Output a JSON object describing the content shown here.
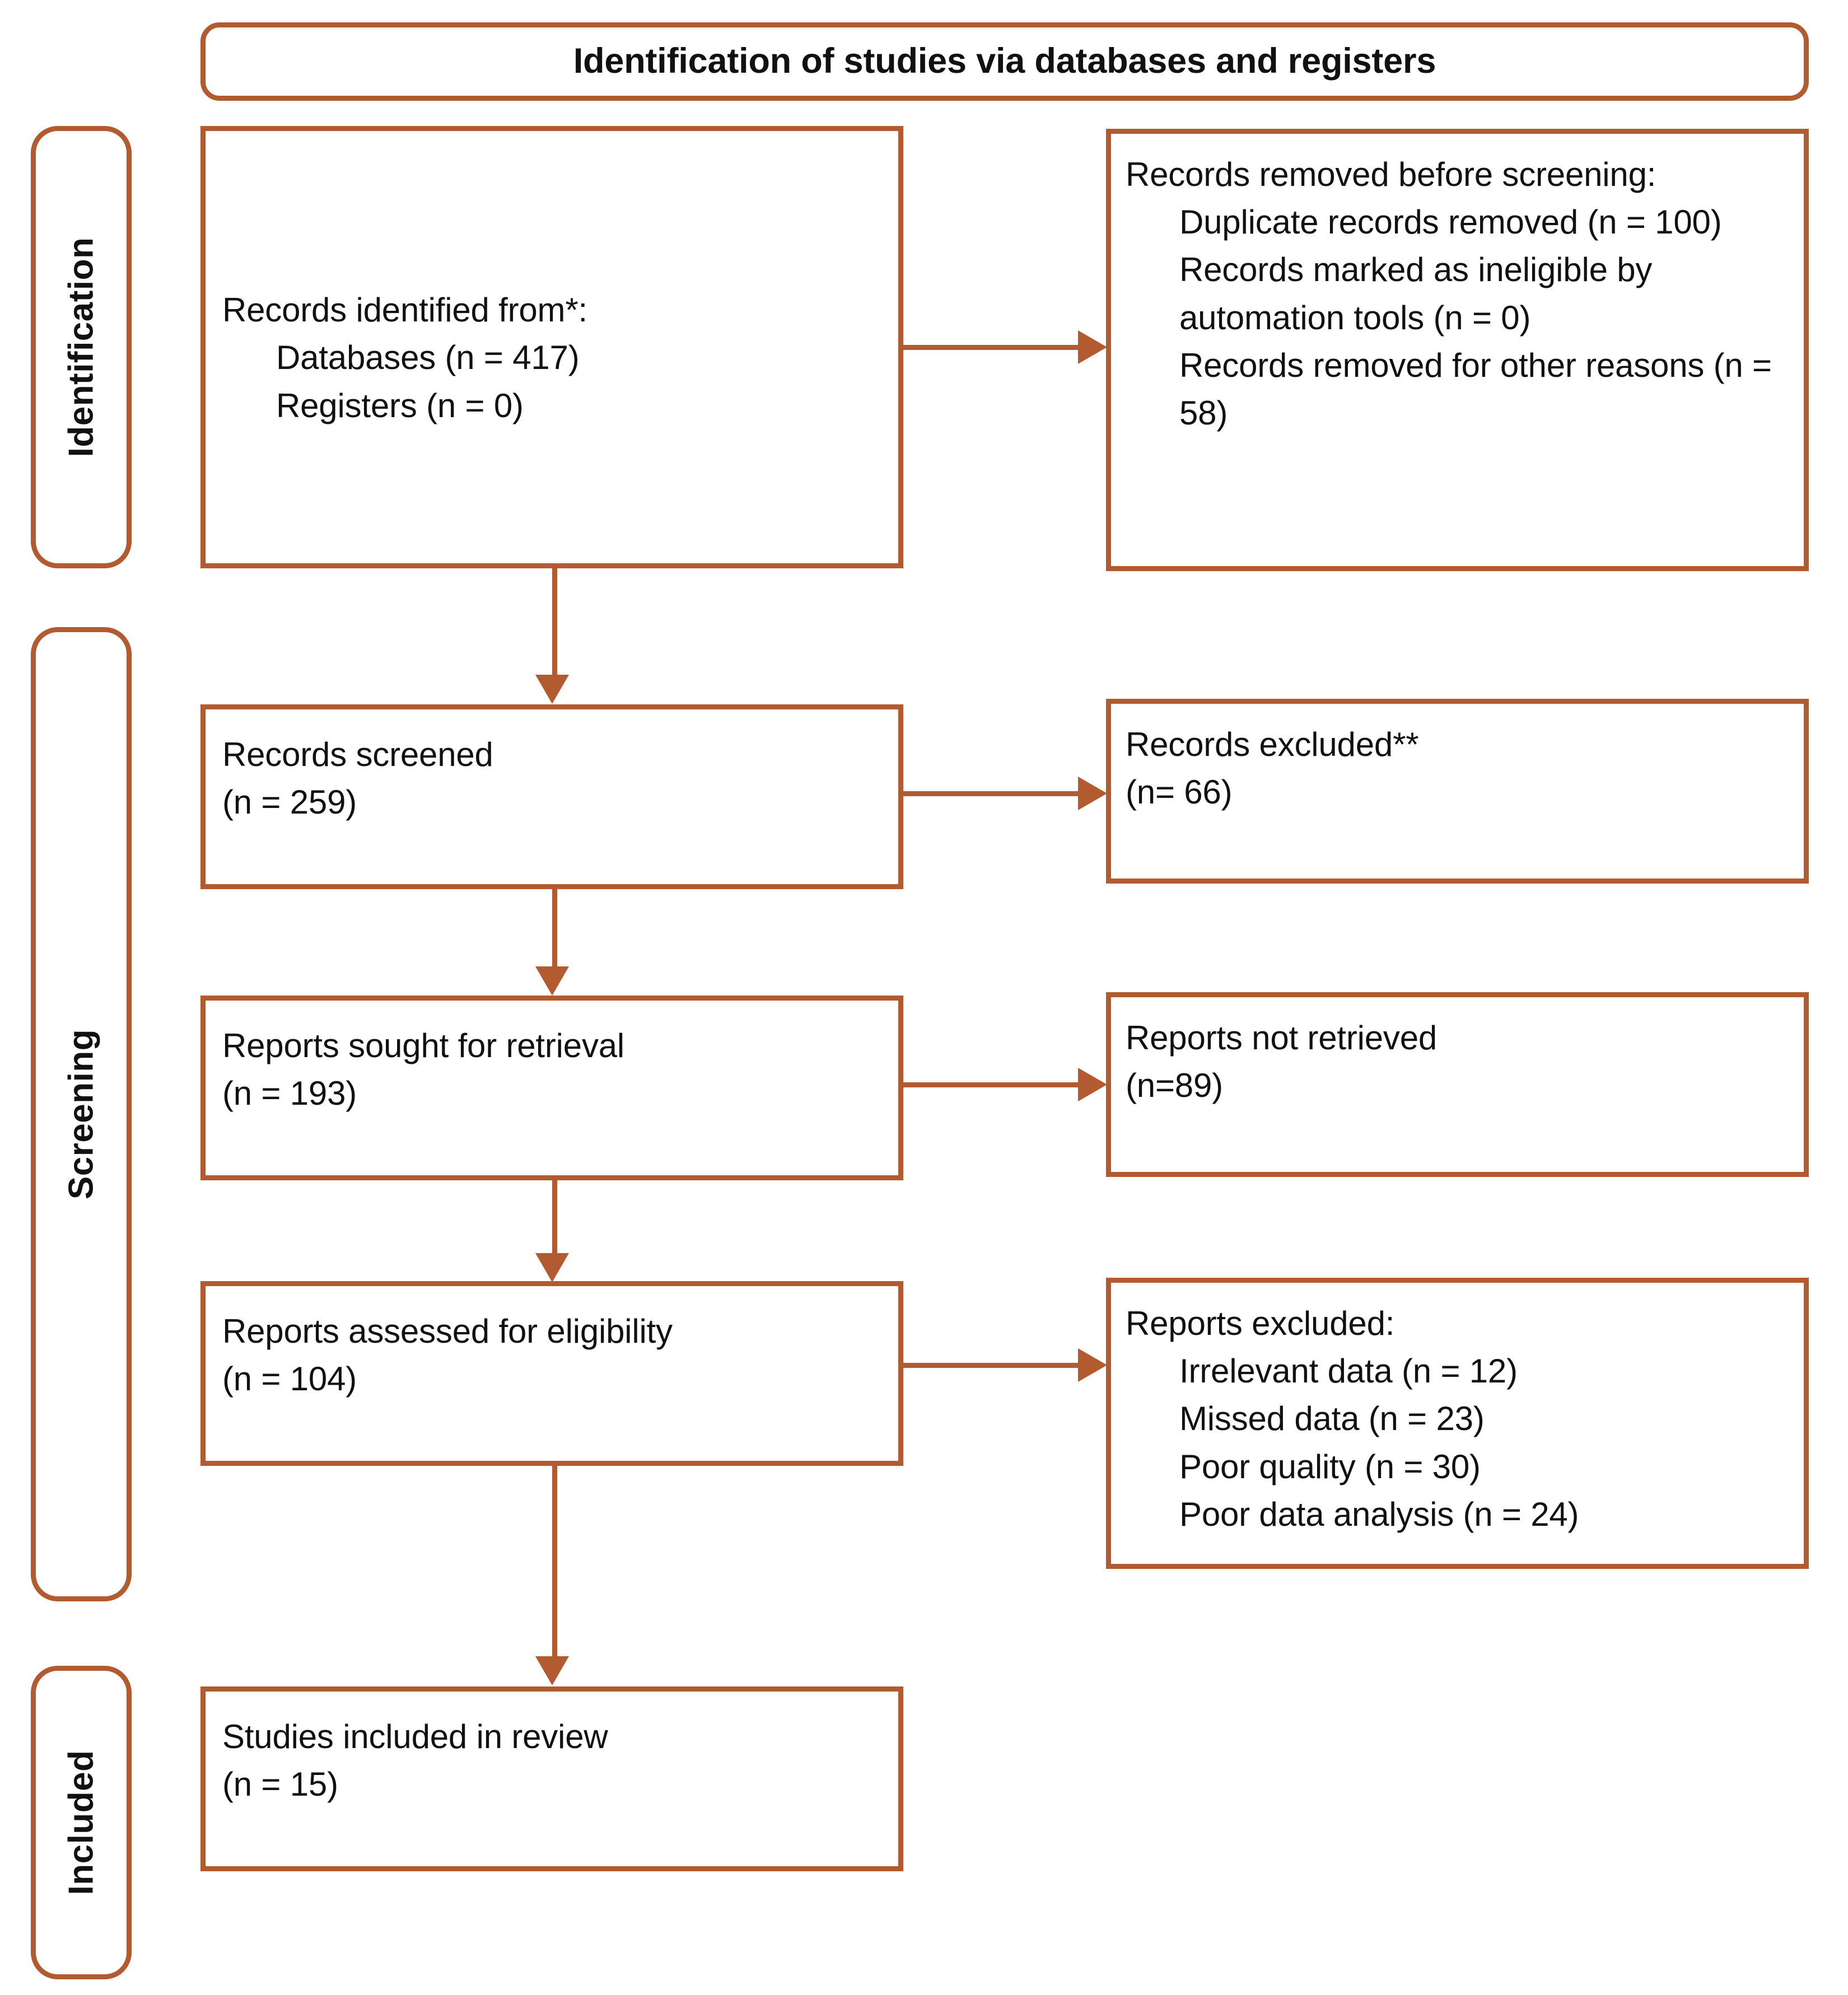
{
  "figure": {
    "type": "prisma-flow-diagram",
    "accent_color": "#b25b31",
    "text_color": "#111111",
    "background_color": "#ffffff"
  },
  "header": {
    "title": "Identification of studies via databases and registers"
  },
  "phases": [
    {
      "id": "identification",
      "label": "Identification"
    },
    {
      "id": "screening",
      "label": "Screening"
    },
    {
      "id": "included",
      "label": "Included"
    }
  ],
  "boxes": {
    "records_identified": {
      "title": "Records identified from*:",
      "items": [
        "Databases (n = 417)",
        "Registers (n = 0)"
      ]
    },
    "records_removed": {
      "title": "Records removed before screening:",
      "items": [
        "Duplicate records removed (n = 100)",
        "Records marked as ineligible by automation tools (n = 0)",
        "Records removed for other reasons (n = 58)"
      ]
    },
    "records_screened": {
      "line1": "Records screened",
      "line2": "(n = 259)"
    },
    "records_excluded": {
      "line1": "Records excluded**",
      "line2": "(n= 66)"
    },
    "reports_sought": {
      "line1": "Reports sought for retrieval",
      "line2": "(n = 193)"
    },
    "reports_not_retrieved": {
      "line1": "Reports not retrieved",
      "line2": "(n=89)"
    },
    "reports_assessed": {
      "line1": "Reports assessed for eligibility",
      "line2": "(n = 104)"
    },
    "reports_excluded": {
      "title": "Reports excluded:",
      "items": [
        "Irrelevant data (n = 12)",
        "Missed data (n = 23)",
        "Poor quality (n = 30)",
        "Poor data analysis (n = 24)"
      ]
    },
    "studies_included": {
      "line1": "Studies included in review",
      "line2": "(n = 15)"
    }
  },
  "chart_data": {
    "type": "flowchart",
    "title": "Identification of studies via databases and registers",
    "nodes": [
      {
        "id": "records_identified",
        "phase": "Identification",
        "label": "Records identified from*: Databases (n = 417); Registers (n = 0)",
        "n_databases": 417,
        "n_registers": 0
      },
      {
        "id": "records_removed",
        "phase": "Identification",
        "label": "Records removed before screening",
        "n_duplicates": 100,
        "n_ineligible_automation": 0,
        "n_other_reasons": 58
      },
      {
        "id": "records_screened",
        "phase": "Screening",
        "label": "Records screened",
        "n": 259
      },
      {
        "id": "records_excluded",
        "phase": "Screening",
        "label": "Records excluded**",
        "n": 66
      },
      {
        "id": "reports_sought",
        "phase": "Screening",
        "label": "Reports sought for retrieval",
        "n": 193
      },
      {
        "id": "reports_not_retrieved",
        "phase": "Screening",
        "label": "Reports not retrieved",
        "n": 89
      },
      {
        "id": "reports_assessed",
        "phase": "Screening",
        "label": "Reports assessed for eligibility",
        "n": 104
      },
      {
        "id": "reports_excluded",
        "phase": "Screening",
        "label": "Reports excluded",
        "n_irrelevant_data": 12,
        "n_missed_data": 23,
        "n_poor_quality": 30,
        "n_poor_data_analysis": 24
      },
      {
        "id": "studies_included",
        "phase": "Included",
        "label": "Studies included in review",
        "n": 15
      }
    ],
    "edges": [
      {
        "from": "records_identified",
        "to": "records_removed",
        "direction": "right"
      },
      {
        "from": "records_identified",
        "to": "records_screened",
        "direction": "down"
      },
      {
        "from": "records_screened",
        "to": "records_excluded",
        "direction": "right"
      },
      {
        "from": "records_screened",
        "to": "reports_sought",
        "direction": "down"
      },
      {
        "from": "reports_sought",
        "to": "reports_not_retrieved",
        "direction": "right"
      },
      {
        "from": "reports_sought",
        "to": "reports_assessed",
        "direction": "down"
      },
      {
        "from": "reports_assessed",
        "to": "reports_excluded",
        "direction": "right"
      },
      {
        "from": "reports_assessed",
        "to": "studies_included",
        "direction": "down"
      }
    ]
  }
}
